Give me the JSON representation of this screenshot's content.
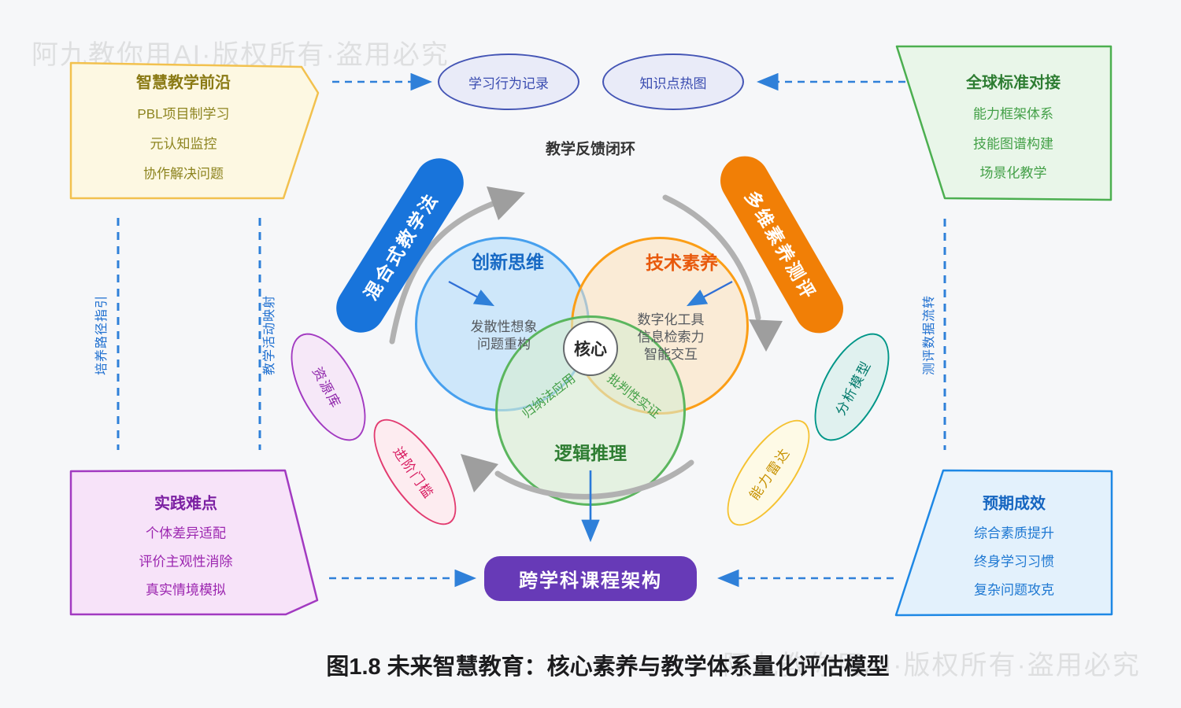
{
  "watermark": {
    "text": "阿九教你用AI·版权所有·盗用必究"
  },
  "caption": "图1.8 未来智慧教育：核心素养与教学体系量化评估模型",
  "panels": {
    "top_left": {
      "title": "智慧教学前沿",
      "items": [
        "PBL项目制学习",
        "元认知监控",
        "协作解决问题"
      ]
    },
    "top_right": {
      "title": "全球标准对接",
      "items": [
        "能力框架体系",
        "技能图谱构建",
        "场景化教学"
      ]
    },
    "bottom_left": {
      "title": "实践难点",
      "items": [
        "个体差异适配",
        "评价主观性消除",
        "真实情境模拟"
      ]
    },
    "bottom_right": {
      "title": "预期成效",
      "items": [
        "综合素质提升",
        "终身学习习惯",
        "复杂问题攻克"
      ]
    }
  },
  "top_nodes": {
    "behavior_record": "学习行为记录",
    "knowledge_heatmap": "知识点热图"
  },
  "loop_label": "教学反馈闭环",
  "pills": {
    "blue": "混合式教学法",
    "orange": "多维素养测评"
  },
  "venn": {
    "innovation": {
      "title": "创新思维",
      "details": [
        "发散性想象",
        "问题重构"
      ]
    },
    "technology": {
      "title": "技术素养",
      "details": [
        "数字化工具",
        "信息检索力",
        "智能交互"
      ]
    },
    "logic": {
      "title": "逻辑推理"
    },
    "core": "核心",
    "overlap_left": "归纳法应用",
    "overlap_right": "批判性实证"
  },
  "satellites": {
    "resource_library": "资源库",
    "advanced_threshold": "进阶门槛",
    "analysis_model": "分析模型",
    "ability_radar": "能力雷达"
  },
  "bottom_node": "跨学科课程架构",
  "flow_labels": {
    "cultivation_path": "培养路径指引",
    "teaching_activity": "教学活动映射",
    "assessment_data": "测评数据流转"
  },
  "colors": {
    "pill_blue": "#1874db",
    "pill_orange": "#f17f06",
    "venn_blue_border": "#47a0ee",
    "venn_orange_border": "#fb9e17",
    "venn_green_border": "#5bb65e",
    "purple_node": "#673ab7",
    "panel_yellow_border": "#f2c14e",
    "panel_green_border": "#4caf50",
    "panel_purple_border": "#a23ac1",
    "panel_blue_border": "#1e88e5",
    "ellipse_indigo_border": "#4455b5",
    "dashed_arrow_blue": "#2f80d9",
    "loop_arc_gray": "#b1b1b1"
  }
}
